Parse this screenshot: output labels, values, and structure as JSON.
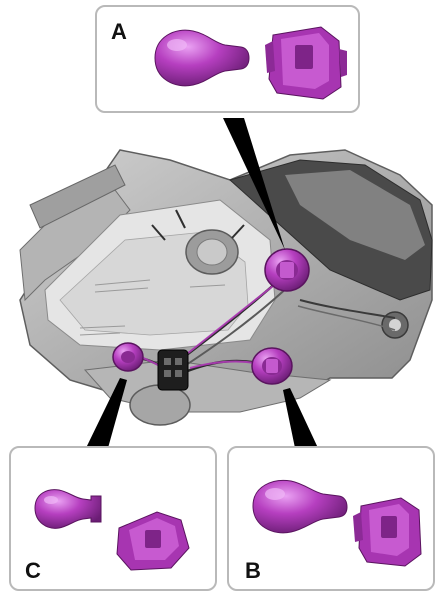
{
  "callouts": {
    "a": {
      "label": "A"
    },
    "b": {
      "label": "B"
    },
    "c": {
      "label": "C"
    }
  },
  "colors": {
    "bulb": "#b03cb8",
    "bulb_highlight": "#e79bf0",
    "bulb_shadow": "#6e1f78",
    "frame": "#b9b9b9",
    "housing_light": "#e6e6e6",
    "housing_mid": "#a9a9a9",
    "housing_dark": "#505050",
    "pointer": "#000000"
  },
  "icons": [
    "bulb-icon",
    "bulb-holder-icon",
    "wedge-bulb-icon"
  ]
}
